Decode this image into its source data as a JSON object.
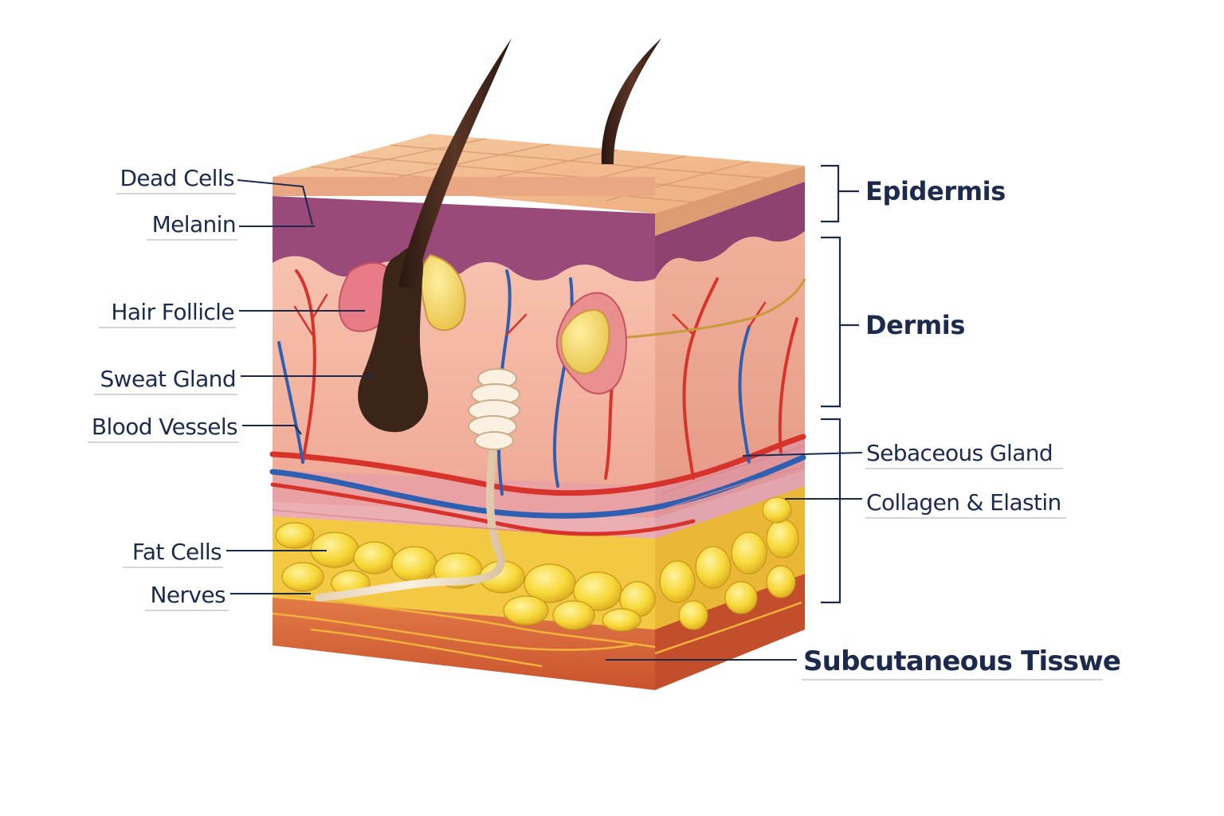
{
  "labels_left": {
    "dead_cells": "Dead Cells",
    "melanin": "Melanin",
    "hair_follicle": "Hair Follicle",
    "sweat_gland": "Sweat Gland",
    "blood_vessels": "Blood Vessels",
    "fat_cells": "Fat Cells",
    "nerves": "Nerves"
  },
  "labels_right": {
    "sebaceous_gland": "Sebaceous Gland",
    "collagen_elastin": "Collagen & Elastin"
  },
  "layers": {
    "epidermis": "Epidermis",
    "dermis": "Dermis",
    "subcutaneous": "Subcutaneous Tisswe"
  },
  "colors": {
    "label_text": "#1c2a4d",
    "epidermis_top": "#f1b98c",
    "melanin_layer": "#9a4a78",
    "dermis": "#f2b3a0",
    "artery": "#d8332b",
    "vein": "#2f5fb0",
    "fat": "#f6d63c",
    "subcutaneous": "#d8653a",
    "hair": "#3b2418"
  }
}
